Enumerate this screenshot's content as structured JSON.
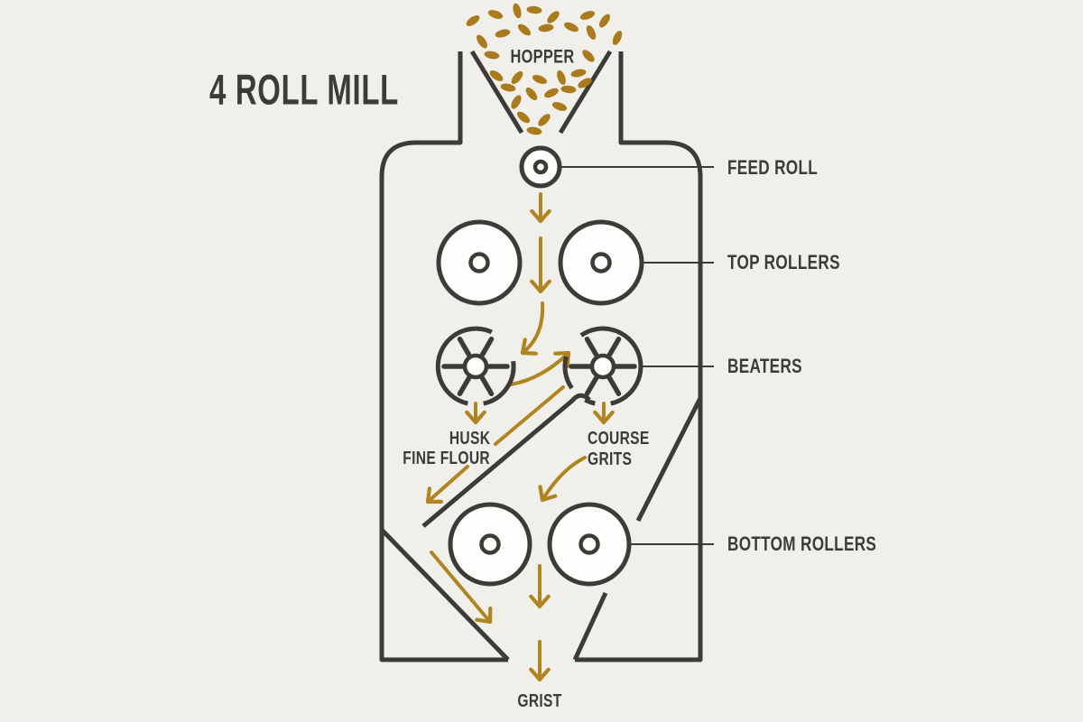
{
  "title": "4 ROLL MILL",
  "colors": {
    "background": "#f1efe9",
    "ink": "#3c3b37",
    "gold": "#b08420",
    "grain": "#aa7b1d",
    "roller_fill": "#fdfdfc"
  },
  "diagram": {
    "hopper_label": "HOPPER",
    "feed_roll_label": "FEED ROLL",
    "top_rollers_label": "TOP ROLLERS",
    "beaters_label": "BEATERS",
    "bottom_rollers_label": "BOTTOM ROLLERS",
    "grist_label": "GRIST",
    "husk_output": {
      "line1": "HUSK",
      "line2": "FINE FLOUR"
    },
    "grits_output": {
      "line1": "COURSE",
      "line2": "GRITS"
    }
  }
}
